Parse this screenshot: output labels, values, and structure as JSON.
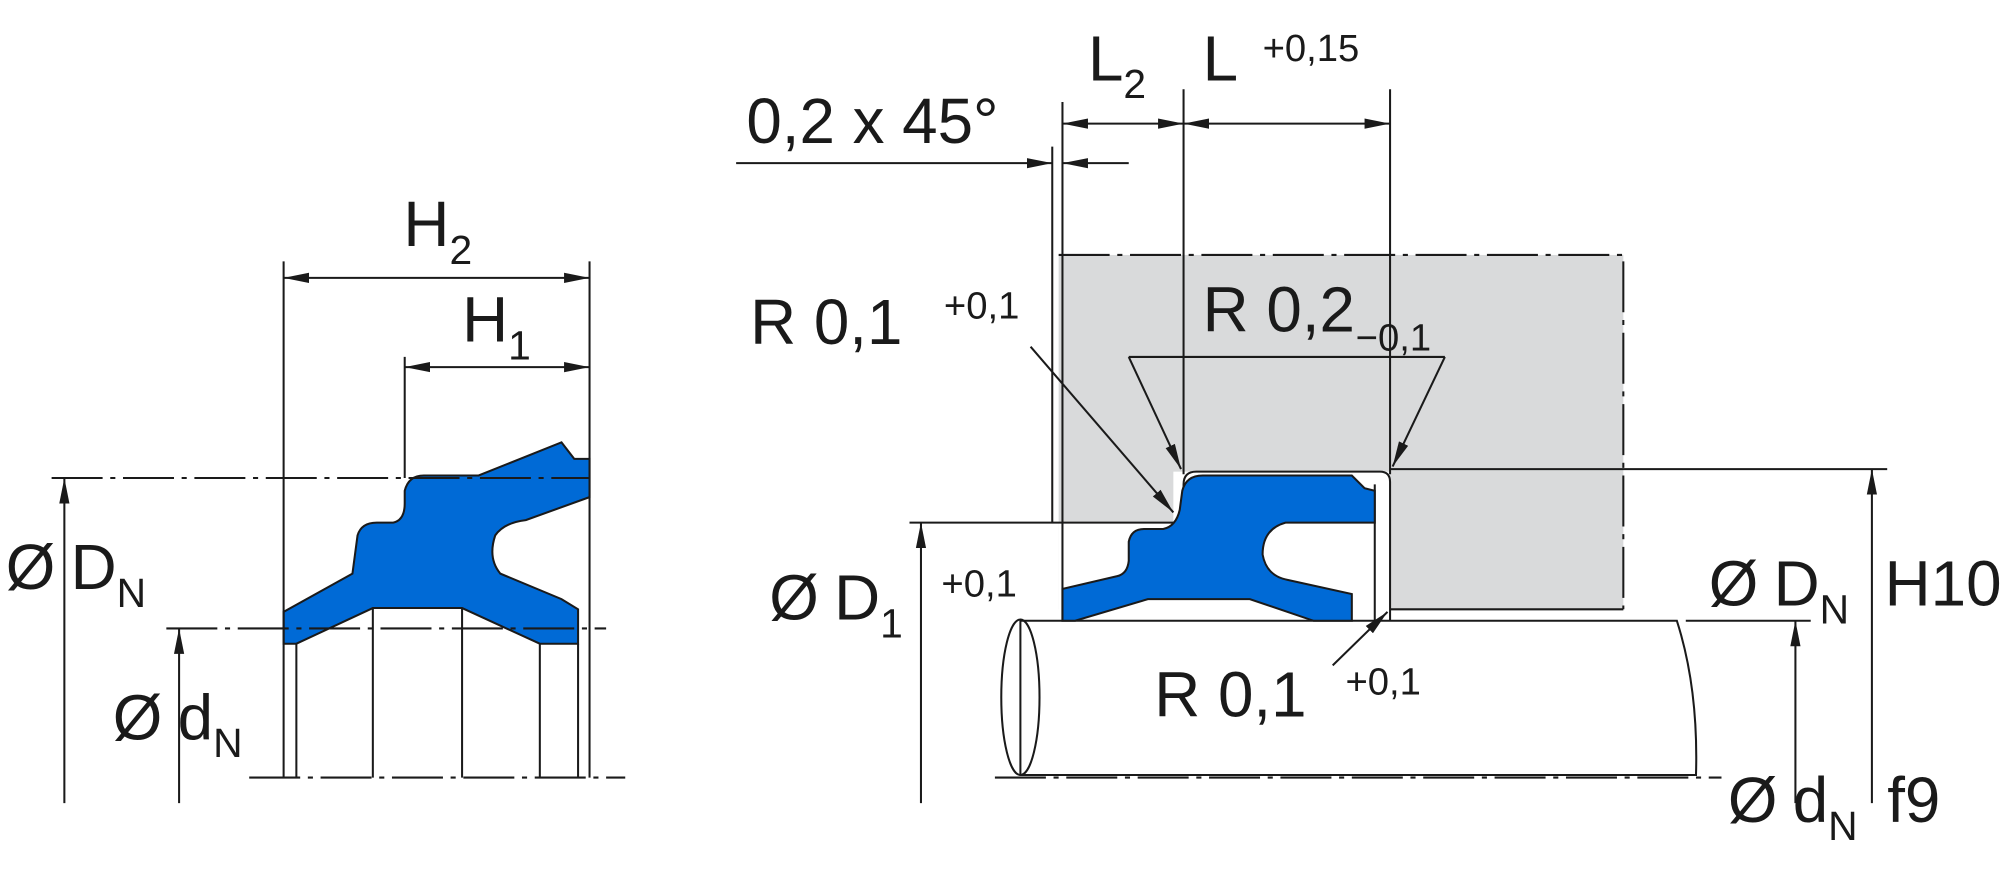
{
  "colors": {
    "seal": "#006ad6",
    "housing": "#d9dadb",
    "line": "#1a1a1a"
  },
  "left_view": {
    "h2": {
      "main": "H",
      "sub": "2"
    },
    "h1": {
      "main": "H",
      "sub": "1"
    },
    "outer_diameter": {
      "symbol": "Ø",
      "main": "D",
      "sub": "N"
    },
    "inner_diameter": {
      "symbol": "Ø",
      "main": "d",
      "sub": "N"
    }
  },
  "right_view": {
    "chamfer": "0,2 x 45°",
    "l2": {
      "main": "L",
      "sub": "2"
    },
    "l": {
      "main": "L",
      "tol": "+0,15"
    },
    "radius_top_left": {
      "main": "R  0,1",
      "tol": "+0,1"
    },
    "radius_top_right": {
      "main": "R 0,2",
      "tol": "−0,1"
    },
    "bore_diameter": {
      "symbol": "Ø",
      "main": "D",
      "sub": "1",
      "tol": "+0,1"
    },
    "radius_bottom": {
      "main": "R  0,1",
      "tol": "+0,1"
    },
    "housing_diameter": {
      "symbol": "Ø",
      "main": "D",
      "sub": "N",
      "fit": "H10"
    },
    "rod_diameter": {
      "symbol": "Ø",
      "main": "d",
      "sub": "N",
      "fit": "f9"
    }
  }
}
